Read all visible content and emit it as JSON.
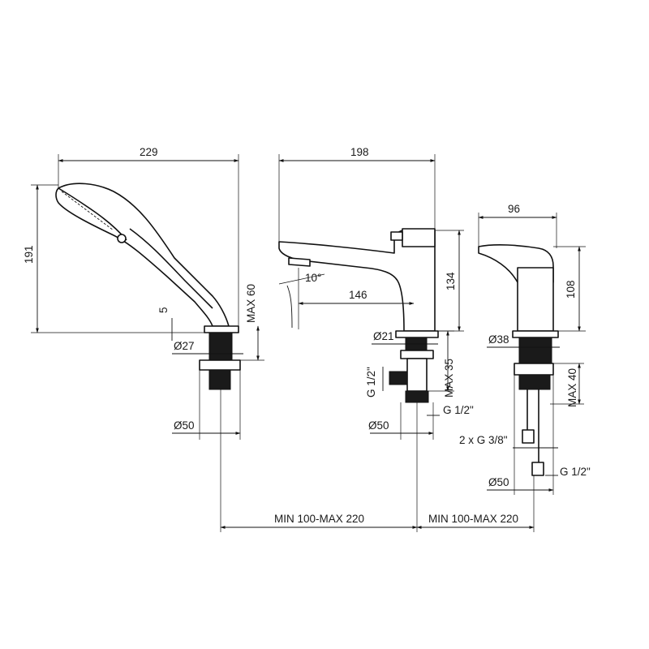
{
  "colors": {
    "line": "#111111",
    "background": "#ffffff"
  },
  "handshower": {
    "width": "229",
    "height": "191",
    "gap": "5",
    "max_height": "MAX 60",
    "diameter_27": "Ø27",
    "diameter_50": "Ø50"
  },
  "spout": {
    "width": "198",
    "height": "134",
    "reach": "146",
    "angle": "10°",
    "diameter_21": "Ø21",
    "max_height": "MAX 35",
    "thread_side": "G 1/2\"",
    "thread_bottom": "G 1/2\"",
    "diameter_50": "Ø50"
  },
  "mixer": {
    "width": "96",
    "height": "108",
    "diameter_38": "Ø38",
    "max_height": "MAX 40",
    "threads_hoses": "2 x G 3/8\"",
    "thread_bottom": "G 1/2\"",
    "diameter_50": "Ø50"
  },
  "spacing": {
    "left": "MIN 100-MAX 220",
    "right": "MIN 100-MAX 220"
  }
}
